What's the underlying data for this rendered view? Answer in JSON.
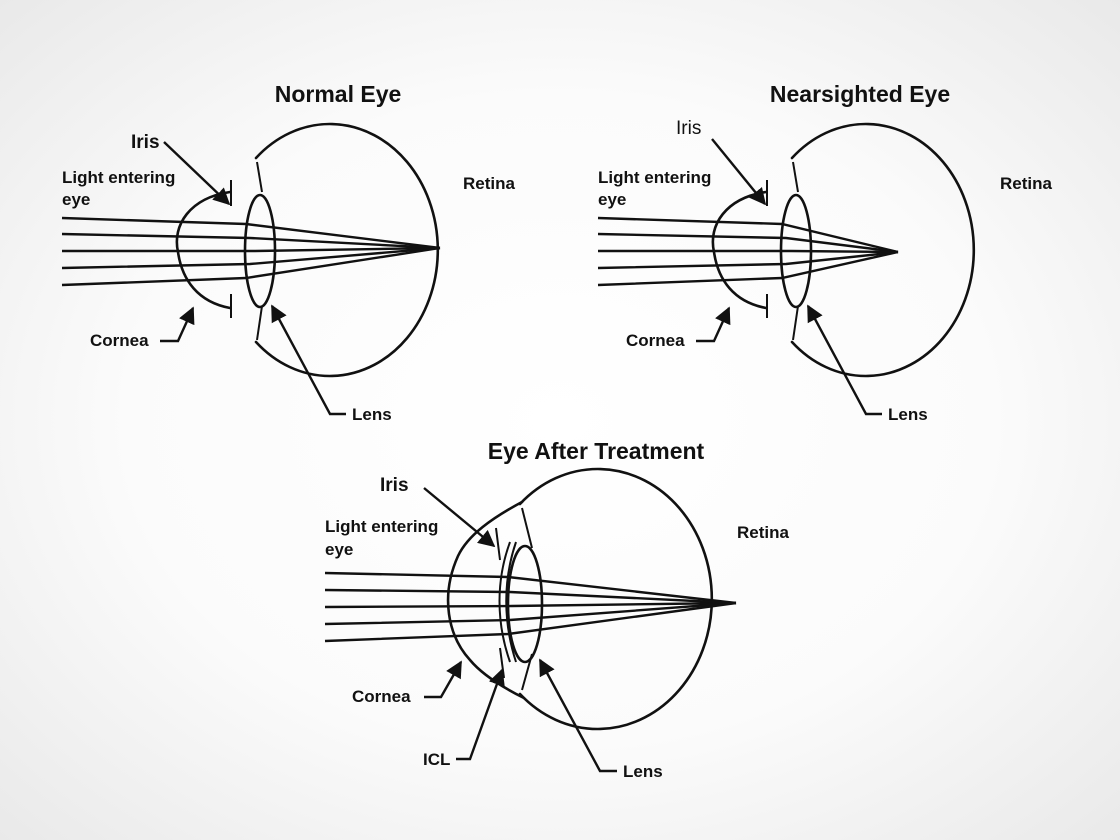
{
  "normal_eye": {
    "title": "Normal Eye",
    "iris": "Iris",
    "light_line1": "Light entering",
    "light_line2": "eye",
    "retina": "Retina",
    "cornea": "Cornea",
    "lens": "Lens"
  },
  "nearsighted_eye": {
    "title": "Nearsighted Eye",
    "iris": "Iris",
    "light_line1": "Light entering",
    "light_line2": "eye",
    "retina": "Retina",
    "cornea": "Cornea",
    "lens": "Lens"
  },
  "treated_eye": {
    "title": "Eye After Treatment",
    "iris": "Iris",
    "light_line1": "Light entering",
    "light_line2": "eye",
    "retina": "Retina",
    "cornea": "Cornea",
    "icl": "ICL",
    "lens": "Lens"
  }
}
